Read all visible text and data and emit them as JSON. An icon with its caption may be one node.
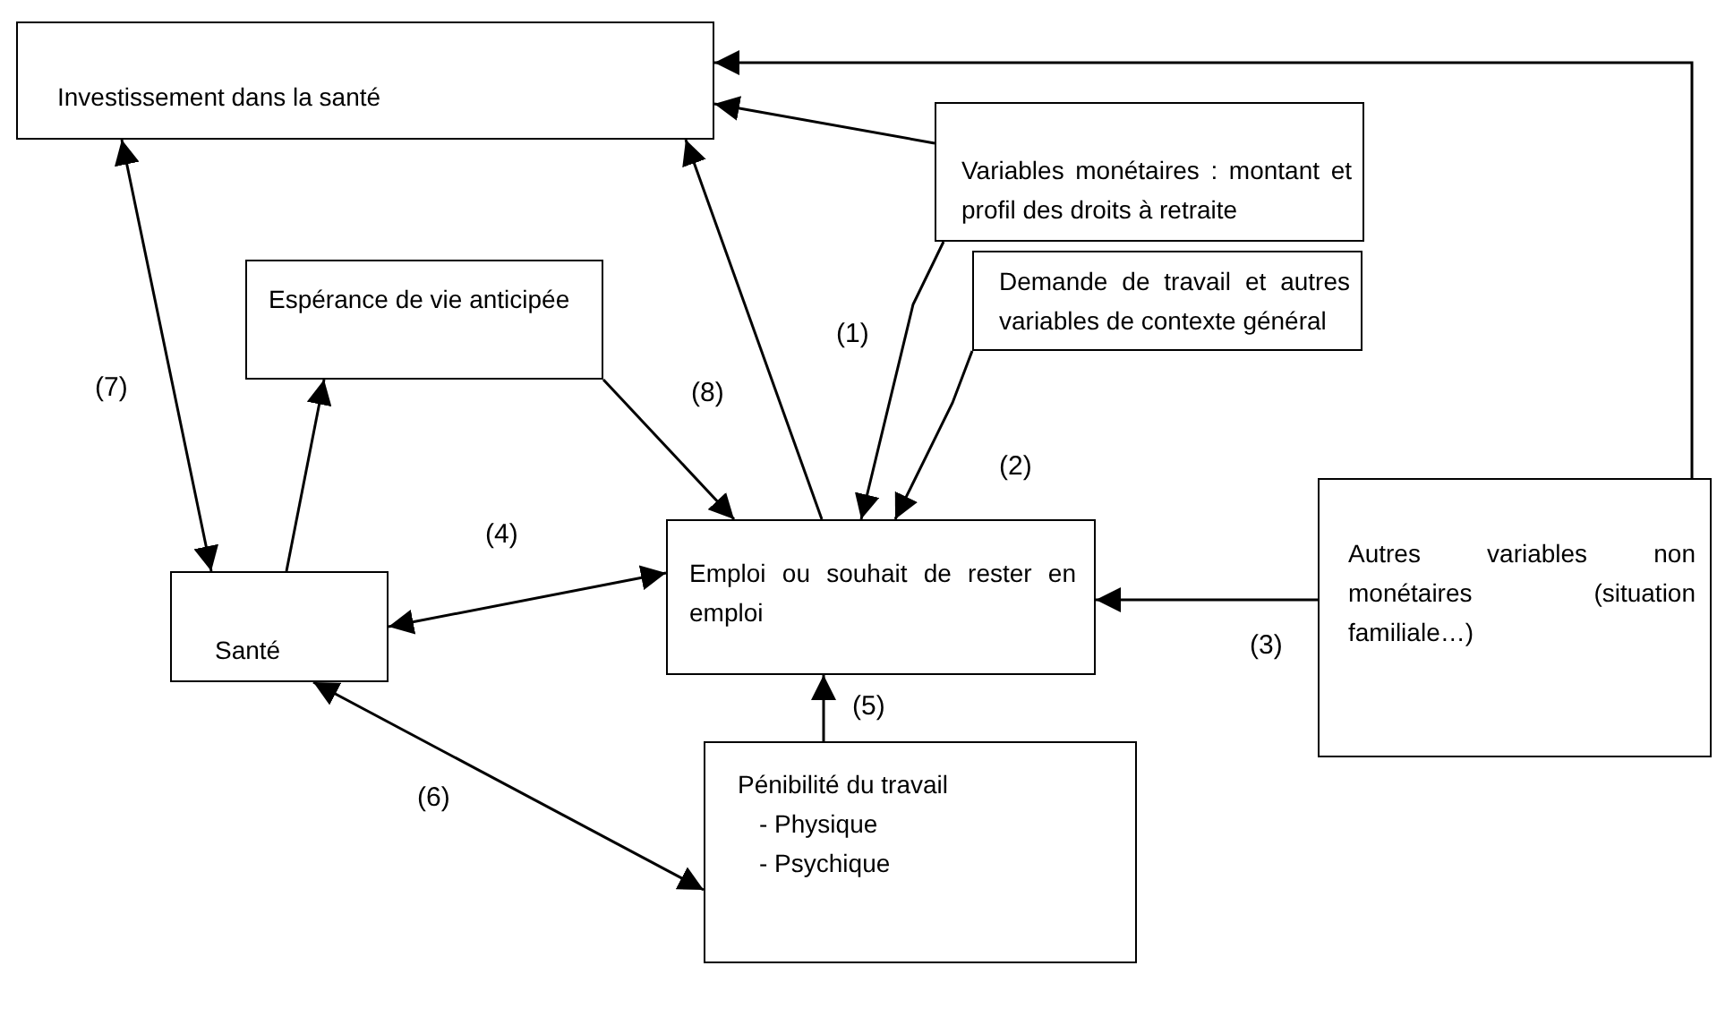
{
  "diagram": {
    "nodes": [
      {
        "text": [
          "Investissement dans la santé"
        ]
      },
      {
        "text": [
          "Variables monétaires : montant et profil des droits à retraite"
        ]
      },
      {
        "text": [
          "Espérance de vie anticipée"
        ]
      },
      {
        "text": [
          "Demande de travail et autres variables de contexte général"
        ]
      },
      {
        "text": [
          "Emploi ou souhait de rester en emploi"
        ]
      },
      {
        "text": [
          "Santé"
        ]
      },
      {
        "text": [
          "Autres variables non monétaires (situation familiale…)"
        ]
      },
      {
        "text": [
          "Pénibilité du travail",
          "- Physique",
          "- Psychique"
        ]
      }
    ],
    "edges": [
      {
        "from": 1,
        "to": 0,
        "arrow": "to"
      },
      {
        "from": 6,
        "to": 0,
        "arrow": "to"
      },
      {
        "from": 4,
        "to": 0,
        "arrow": "to"
      },
      {
        "from": 1,
        "to": 4,
        "arrow": "to",
        "label": "(1)"
      },
      {
        "from": 3,
        "to": 4,
        "arrow": "to",
        "label": "(2)"
      },
      {
        "from": 2,
        "to": 4,
        "arrow": "to",
        "label": "(8)"
      },
      {
        "from": 6,
        "to": 4,
        "arrow": "to",
        "label": "(3)"
      },
      {
        "from": 0,
        "to": 5,
        "arrow": "both",
        "label": "(7)"
      },
      {
        "from": 5,
        "to": 2,
        "arrow": "to"
      },
      {
        "from": 5,
        "to": 4,
        "arrow": "both",
        "label": "(4)"
      },
      {
        "from": 5,
        "to": 7,
        "arrow": "both",
        "label": "(6)"
      },
      {
        "from": 7,
        "to": 4,
        "arrow": "to",
        "label": "(5)"
      }
    ]
  }
}
